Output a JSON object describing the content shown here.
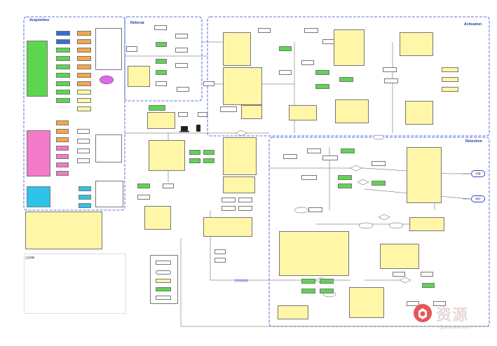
{
  "sections": {
    "acquisition": "Acquisition",
    "referral": "Referral",
    "activation": "Activation",
    "retention": "Retention"
  },
  "legend_box": {
    "title": "主线流程",
    "label": "主线流程表"
  },
  "side_nodes": {
    "right_top": "外部",
    "right_bottom": "转化"
  },
  "watermark": {
    "brand": "资源",
    "url": "Quziyuan.com"
  },
  "colors": {
    "section_border": "#2b46d9",
    "line": "#555555",
    "note_text": "#a0112b"
  }
}
